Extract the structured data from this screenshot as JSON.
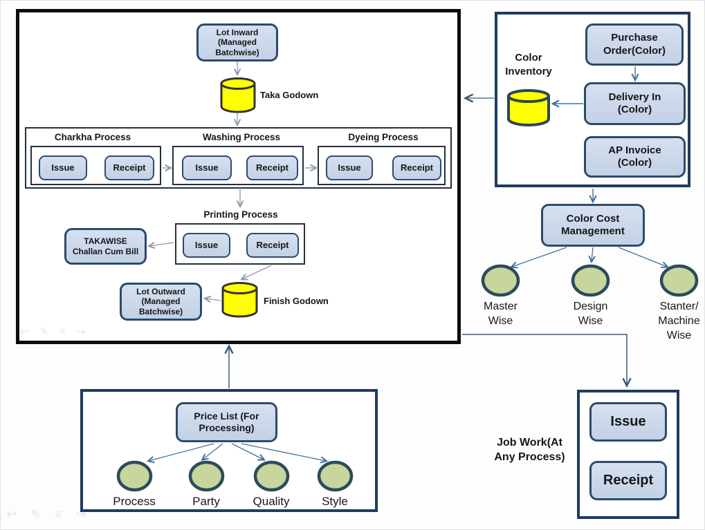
{
  "main": {
    "lot_inward": "Lot Inward\n(Managed\nBatchwise)",
    "taka_godown_label": "Taka Godown",
    "groups": [
      {
        "title": "Charkha Process",
        "issue": "Issue",
        "receipt": "Receipt"
      },
      {
        "title": "Washing Process",
        "issue": "Issue",
        "receipt": "Receipt"
      },
      {
        "title": "Dyeing Process",
        "issue": "Issue",
        "receipt": "Receipt"
      }
    ],
    "printing": {
      "title": "Printing Process",
      "issue": "Issue",
      "receipt": "Receipt"
    },
    "takawise": "TAKAWISE\nChallan Cum Bill",
    "lot_outward": "Lot Outward\n(Managed\nBatchwise)",
    "finish_godown_label": "Finish Godown"
  },
  "color_panel": {
    "inventory_label": "Color\nInventory",
    "purchase_order": "Purchase\nOrder(Color)",
    "delivery_in": "Delivery In\n(Color)",
    "ap_invoice": "AP Invoice\n(Color)"
  },
  "color_cost": {
    "title": "Color Cost\nManagement",
    "categories": [
      "Master\nWise",
      "Design\nWise",
      "Stanter/\nMachine\nWise"
    ]
  },
  "price_list": {
    "title": "Price List (For\nProcessing)",
    "categories": [
      "Process",
      "Party",
      "Quality",
      "Style"
    ]
  },
  "job_work": {
    "label": "Job Work(At\nAny Process)",
    "issue": "Issue",
    "receipt": "Receipt"
  },
  "watermark_icons": [
    "↩",
    "✎",
    "≡",
    "↪"
  ],
  "colors": {
    "node_fill": "#ccd8ea",
    "node_border": "#2b4a6b",
    "panel_border": "#1e3c5c",
    "main_border": "#0d0d0d",
    "cylinder_fill": "#ffff00",
    "ellipse_fill": "#c7d69c",
    "arrow_gray": "#8c99a6",
    "arrow_blue": "#41719c",
    "arrow_dark": "#3c5a77"
  }
}
